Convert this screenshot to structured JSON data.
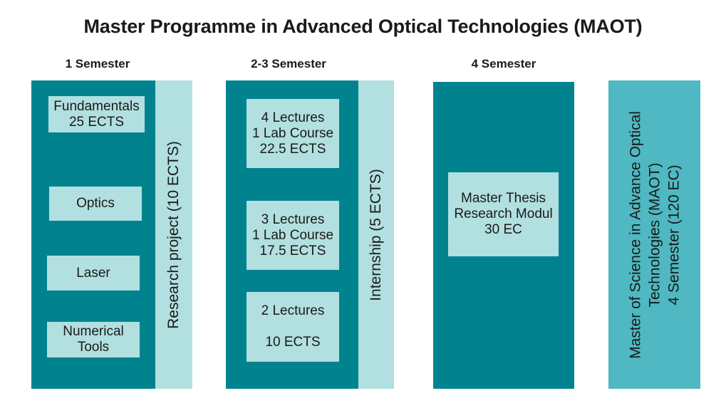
{
  "title": "Master Programme in Advanced Optical Technologies (MAOT)",
  "semesters": [
    {
      "label": "1 Semester",
      "modules": [
        {
          "lines": [
            "Fundamentals",
            "25 ECTS"
          ]
        },
        {
          "lines": [
            "Optics"
          ]
        },
        {
          "lines": [
            "Laser"
          ]
        },
        {
          "lines": [
            "Numerical",
            "Tools"
          ]
        }
      ],
      "side": "Research project (10 ECTS)"
    },
    {
      "label": "2-3 Semester",
      "modules": [
        {
          "lines": [
            "4 Lectures",
            "1 Lab Course",
            "22.5 ECTS"
          ]
        },
        {
          "lines": [
            "3 Lectures",
            "1 Lab Course",
            "17.5 ECTS"
          ]
        },
        {
          "lines": [
            "2 Lectures",
            "",
            "10 ECTS"
          ]
        }
      ],
      "side": "Internship (5 ECTS)"
    },
    {
      "label": "4 Semester",
      "modules": [
        {
          "lines": [
            "Master Thesis",
            "Research Modul",
            "30 EC"
          ]
        }
      ]
    }
  ],
  "degree": {
    "lines": [
      "Master of Science in Advance Optical",
      "Technologies (MAOT)",
      "4 Semester (120 EC)"
    ]
  },
  "colors": {
    "panel": "#00838f",
    "box": "#b2dfe0",
    "degree": "#4fb8c2"
  }
}
